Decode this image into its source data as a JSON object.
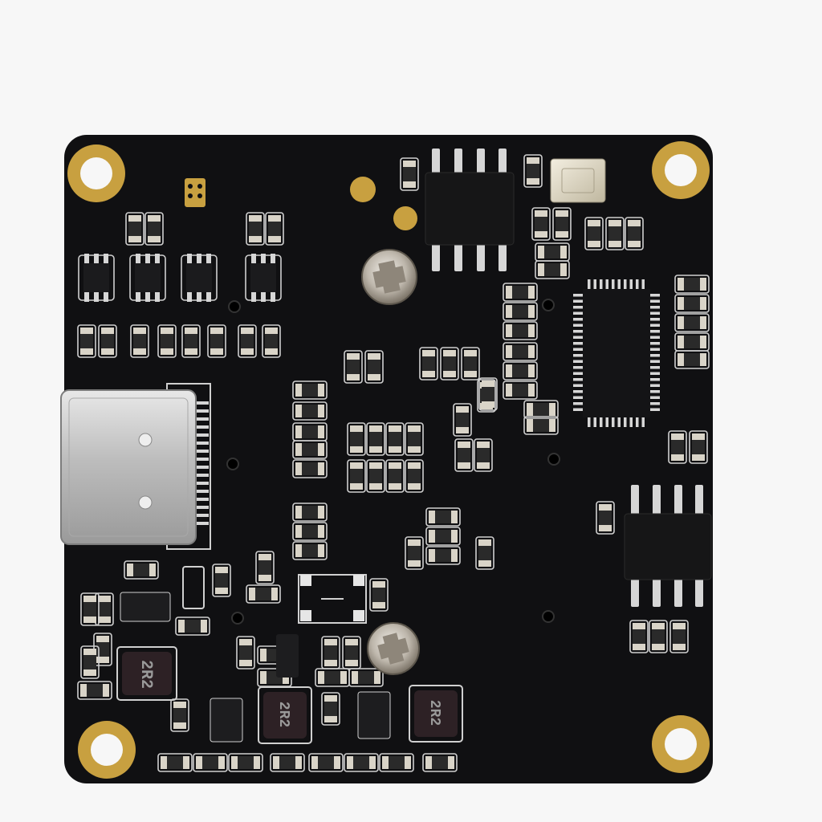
{
  "image": {
    "background": "#f7f7f7",
    "board_color": "#101012",
    "silkscreen_color": "#d8d8d8",
    "gold_color": "#c8a040",
    "copper_color": "#d6d6d6"
  },
  "inductor_markings": {
    "left": "2R2",
    "center": "2R2",
    "right": "2R2"
  }
}
